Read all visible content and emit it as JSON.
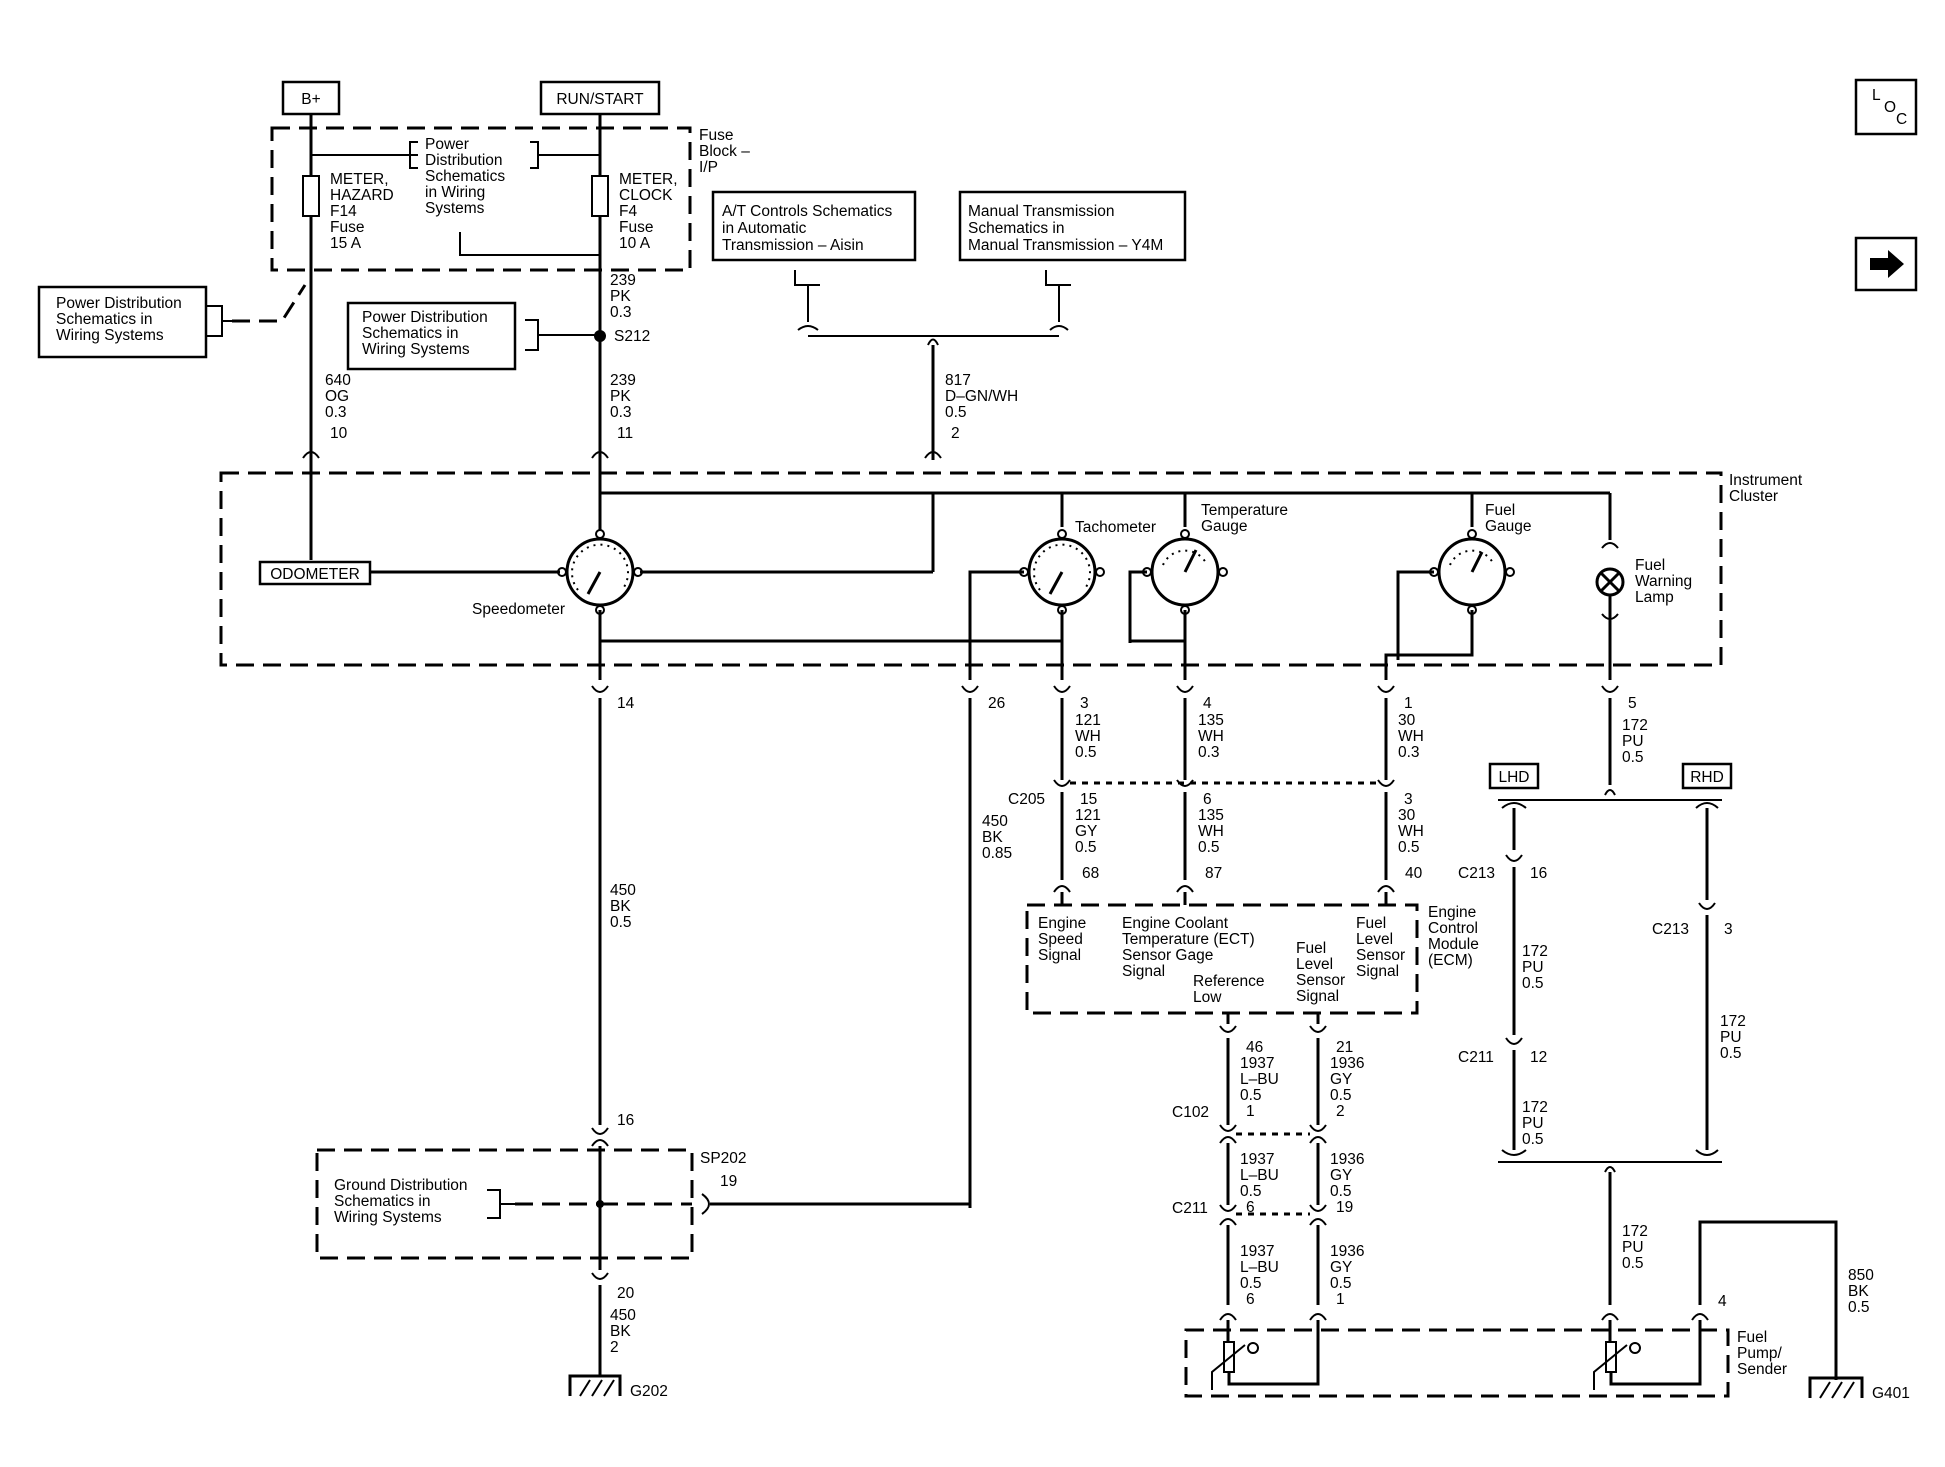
{
  "sources": {
    "bplus": "B+",
    "runstart": "RUN/START"
  },
  "nav": {
    "loc": [
      "L",
      "O",
      "C"
    ],
    "next_icon": "arrow-right-icon"
  },
  "fuse_block": {
    "label": [
      "Fuse",
      "Block –",
      "I/P"
    ],
    "left_fuse": [
      "METER,",
      "HAZARD",
      "F14",
      "Fuse",
      "15 A"
    ],
    "right_fuse": [
      "METER,",
      "CLOCK",
      "F4",
      "Fuse",
      "10 A"
    ],
    "pds": [
      "Power",
      "Distribution",
      "Schematics",
      "in Wiring",
      "Systems"
    ]
  },
  "refs": {
    "pds_left": [
      "Power Distribution",
      "Schematics in",
      "Wiring Systems"
    ],
    "pds_mid": [
      "Power Distribution",
      "Schematics in",
      "Wiring Systems"
    ],
    "at_controls": [
      "A/T Controls Schematics",
      "in Automatic",
      "Transmission – Aisin"
    ],
    "manual_trans": [
      "Manual Transmission",
      "Schematics in",
      "Manual Transmission – Y4M"
    ],
    "ground_dist": [
      "Ground Distribution",
      "Schematics in",
      "Wiring Systems"
    ]
  },
  "wires": {
    "w_239_top": [
      "239",
      "PK",
      "0.3"
    ],
    "splice_s212": "S212",
    "w_239_bot": [
      "239",
      "PK",
      "0.3"
    ],
    "w_640": [
      "640",
      "OG",
      "0.3"
    ],
    "w_817": [
      "817",
      "D–GN/WH",
      "0.5"
    ],
    "w_450_main": [
      "450",
      "BK",
      "0.5"
    ],
    "w_450_26": [
      "450",
      "BK",
      "0.85"
    ],
    "w_121_top": [
      "121",
      "WH",
      "0.5"
    ],
    "w_121_bot": [
      "121",
      "GY",
      "0.5"
    ],
    "w_135_top": [
      "135",
      "WH",
      "0.3"
    ],
    "w_135_bot": [
      "135",
      "WH",
      "0.5"
    ],
    "w_30_top": [
      "30",
      "WH",
      "0.3"
    ],
    "w_30_bot": [
      "30",
      "WH",
      "0.5"
    ],
    "w_172_top": [
      "172",
      "PU",
      "0.5"
    ],
    "w_1937_a": [
      "1937",
      "L–BU",
      "0.5"
    ],
    "w_1936_a": [
      "1936",
      "GY",
      "0.5"
    ],
    "w_1937_b": [
      "1937",
      "L–BU",
      "0.5"
    ],
    "w_1936_b": [
      "1936",
      "GY",
      "0.5"
    ],
    "w_1937_c": [
      "1937",
      "L–BU",
      "0.5"
    ],
    "w_1936_c": [
      "1936",
      "GY",
      "0.5"
    ],
    "w_172_lhd_a": [
      "172",
      "PU",
      "0.5"
    ],
    "w_172_lhd_b": [
      "172",
      "PU",
      "0.5"
    ],
    "w_172_rhd": [
      "172",
      "PU",
      "0.5"
    ],
    "w_172_pump": [
      "172",
      "PU",
      "0.5"
    ],
    "w_850": [
      "850",
      "BK",
      "0.5"
    ],
    "w_450_ground": [
      "450",
      "BK",
      "2"
    ]
  },
  "pins": {
    "p10": "10",
    "p11": "11",
    "p2": "2",
    "p14": "14",
    "p26": "26",
    "p3": "3",
    "p4": "4",
    "p1": "1",
    "p5": "5",
    "p15": "15",
    "p6": "6",
    "p3b": "3",
    "p68": "68",
    "p87": "87",
    "p40": "40",
    "p46": "46",
    "p21": "21",
    "p1c": "1",
    "p2c": "2",
    "p6c": "6",
    "p19c": "19",
    "p6d": "6",
    "p1d": "1",
    "p16": "16",
    "p19": "19",
    "p20": "20",
    "p16l": "16",
    "p12": "12",
    "p3r": "3",
    "p4f": "4"
  },
  "connectors": {
    "c205": "C205",
    "c102": "C102",
    "c211_low": "C211",
    "c213_l": "C213",
    "c211_l": "C211",
    "c213_r": "C213",
    "sp202": "SP202",
    "g202": "G202",
    "g401": "G401"
  },
  "cluster": {
    "label": [
      "Instrument",
      "Cluster"
    ],
    "odometer": "ODOMETER",
    "speedometer": "Speedometer",
    "tachometer": "Tachometer",
    "temp_gauge": [
      "Temperature",
      "Gauge"
    ],
    "fuel_gauge": [
      "Fuel",
      "Gauge"
    ],
    "fuel_lamp": [
      "Fuel",
      "Warning",
      "Lamp"
    ]
  },
  "ecm": {
    "label": [
      "Engine",
      "Control",
      "Module",
      "(ECM)"
    ],
    "engine_speed": [
      "Engine",
      "Speed",
      "Signal"
    ],
    "ect": [
      "Engine Coolant",
      "Temperature (ECT)",
      "Sensor Gage",
      "Signal"
    ],
    "ref_low": [
      "Reference",
      "Low"
    ],
    "fuel_sensor": [
      "Fuel",
      "Level",
      "Sensor",
      "Signal"
    ],
    "fuel_level": [
      "Fuel",
      "Level",
      "Sensor",
      "Signal"
    ]
  },
  "options": {
    "lhd": "LHD",
    "rhd": "RHD"
  },
  "fuel_pump": [
    "Fuel",
    "Pump/",
    "Sender"
  ]
}
